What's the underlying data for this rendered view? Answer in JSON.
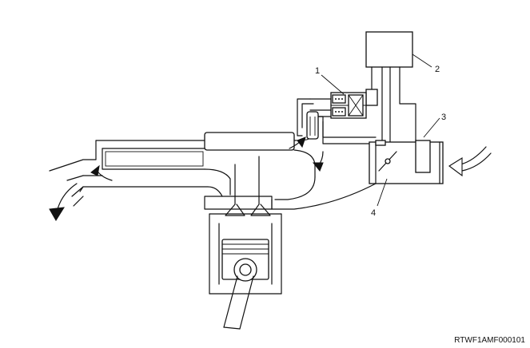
{
  "callouts": [
    {
      "id": "1",
      "label": "1"
    },
    {
      "id": "2",
      "label": "2"
    },
    {
      "id": "3",
      "label": "3"
    },
    {
      "id": "4",
      "label": "4"
    }
  ],
  "figure_code": "RTWF1AMF000101",
  "colors": {
    "line": "#111111",
    "background": "#ffffff"
  }
}
